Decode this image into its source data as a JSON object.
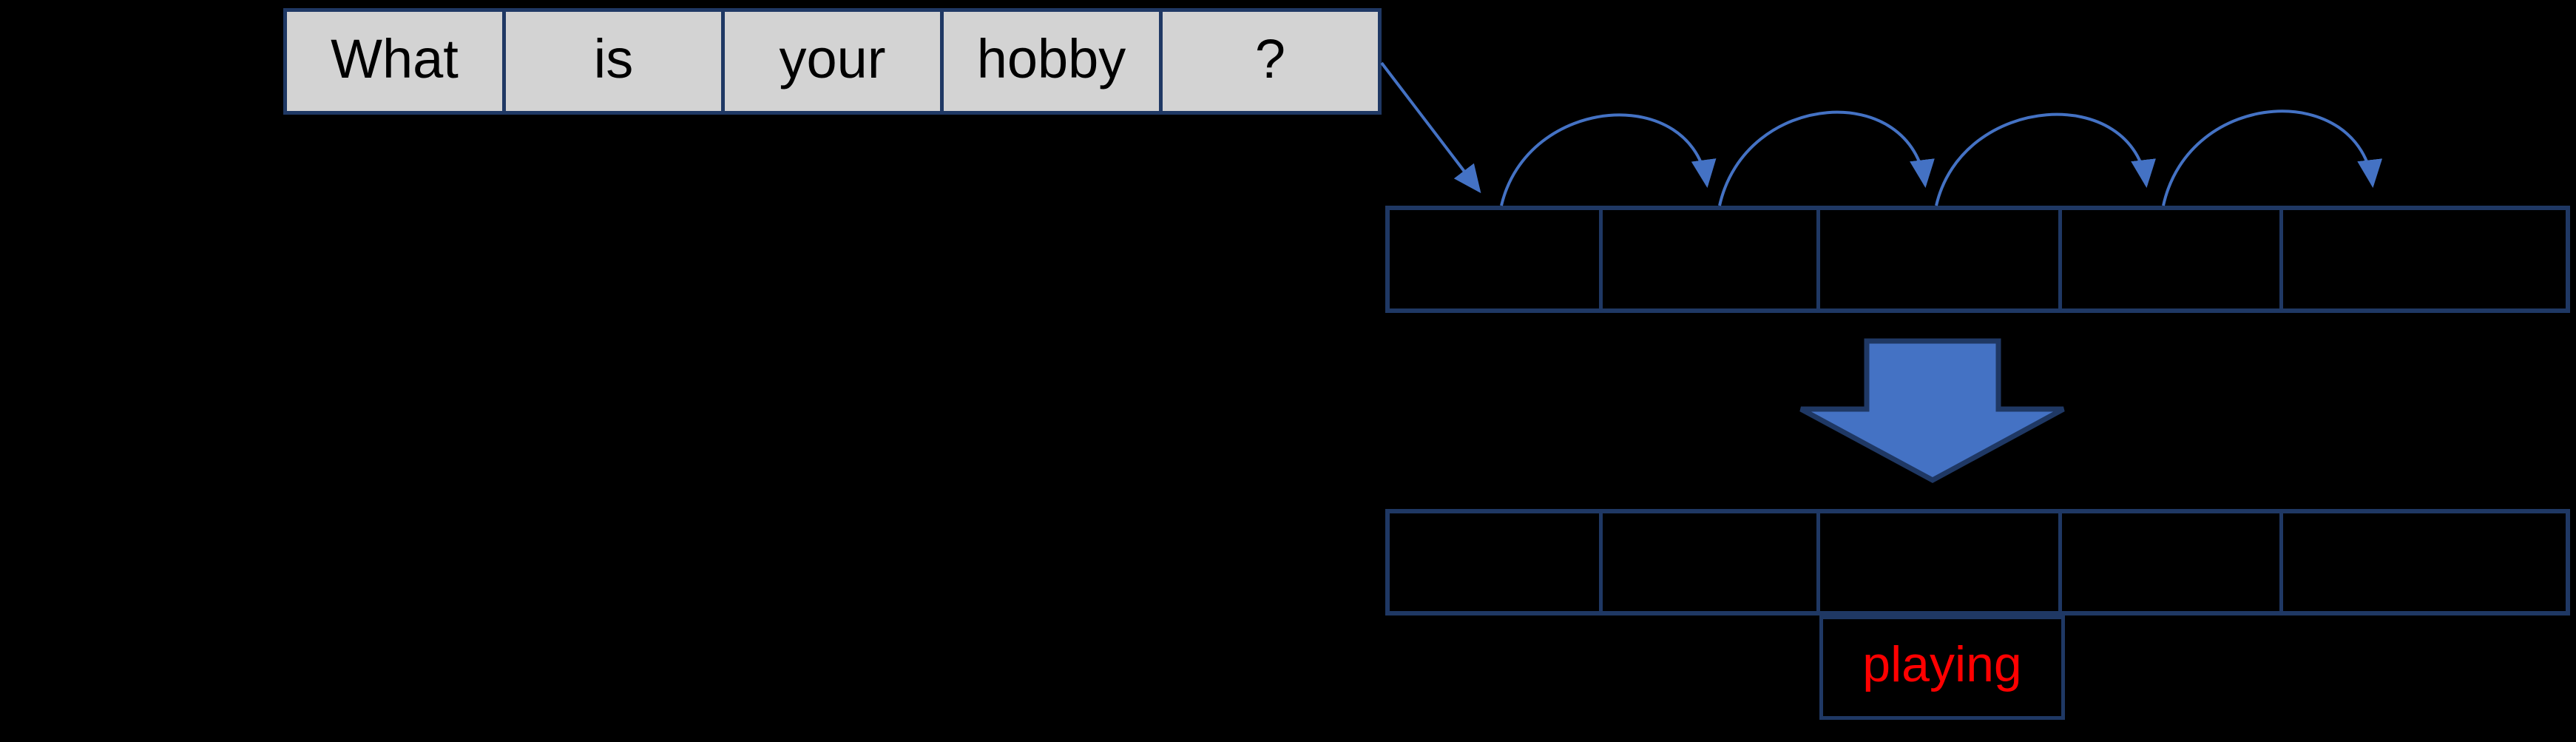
{
  "colors": {
    "background": "#000000",
    "box_border": "#1F3864",
    "arrow_blue": "#4472C4",
    "cell_fill": "#D3D3D3",
    "word_text": "#000000",
    "output_text": "#FF0000"
  },
  "sentence_table": {
    "words": [
      "What",
      "is",
      "your",
      "hobby",
      "?"
    ]
  },
  "state_rows": {
    "top_cells": [
      "",
      "",
      "",
      "",
      ""
    ],
    "bottom_cells": [
      "",
      "",
      "",
      "",
      ""
    ]
  },
  "output_box": {
    "label": "playing"
  },
  "icons": {
    "connector": "diagonal-line-arrow-icon",
    "hop": "arc-hop-arrow-icon",
    "transform": "block-down-arrow-icon"
  }
}
